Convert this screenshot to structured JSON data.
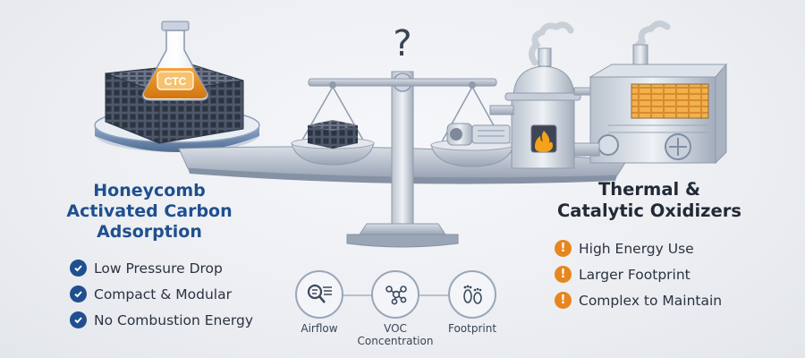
{
  "left": {
    "title_lines": [
      "Honeycomb",
      "Activated Carbon",
      "Adsorption"
    ],
    "flask_label": "CTC",
    "benefits": [
      "Low Pressure Drop",
      "Compact & Modular",
      "No Combustion Energy"
    ]
  },
  "right": {
    "title_lines": [
      "Thermal &",
      "Catalytic Oxidizers"
    ],
    "drawbacks": [
      "High Energy Use",
      "Larger Footprint",
      "Complex to Maintain"
    ],
    "warn_symbol": "!"
  },
  "center": {
    "question": "?"
  },
  "metrics": [
    {
      "label": "Airflow",
      "icon": "magnifier-airflow-icon"
    },
    {
      "label": "VOC Concentration",
      "icon": "molecule-icon"
    },
    {
      "label": "Footprint",
      "icon": "footprint-icon"
    }
  ],
  "colors": {
    "left_accent": "#1f4f8f",
    "warning": "#e6861e",
    "flask_liquid": "#e58a1f",
    "flame": "#f5a21b",
    "scale_metal": "#aab4c3"
  }
}
